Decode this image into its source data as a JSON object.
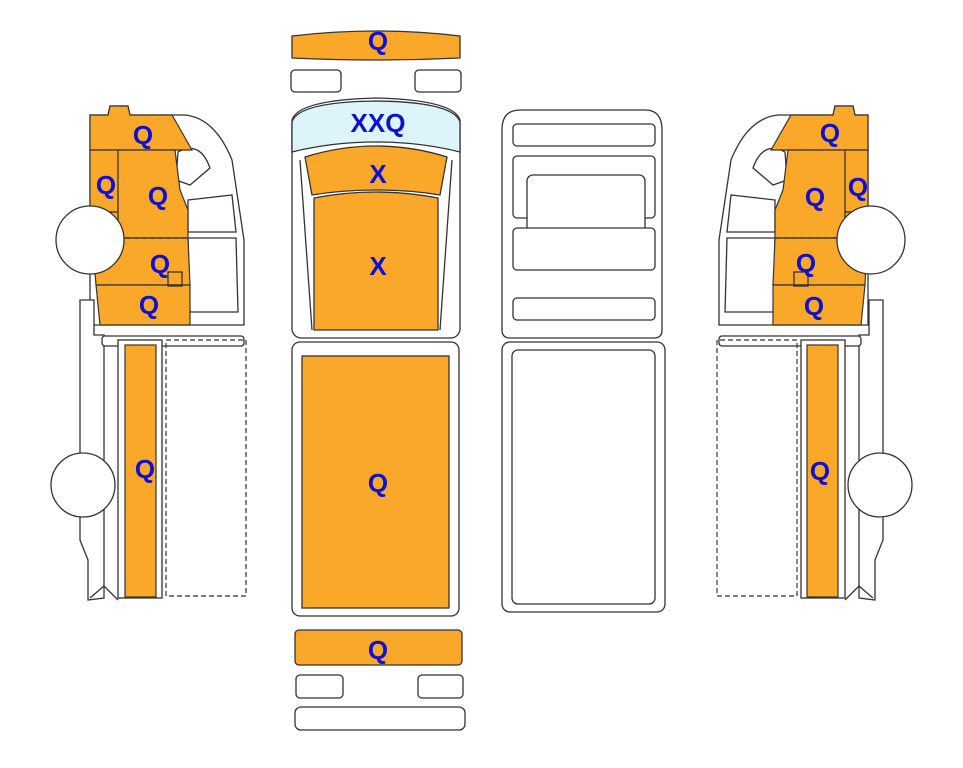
{
  "colors": {
    "damage_fill": "#F9A82A",
    "glass_fill": "#DDF4FB",
    "label_color": "#1010D0",
    "outline": "#333333"
  },
  "labels": {
    "front_bumper": "Q",
    "windshield": "XXQ",
    "hood_front": "X",
    "roof_front": "X",
    "cargo_roof": "Q",
    "rear_bumper": "Q",
    "left_cab_top": "Q",
    "left_cab_door_outer": "Q",
    "left_cab_door_inner": "Q",
    "left_cab_mid": "Q",
    "left_cab_lower": "Q",
    "left_body_side": "Q",
    "right_cab_top": "Q",
    "right_cab_door_outer": "Q",
    "right_cab_door_inner": "Q",
    "right_cab_mid": "Q",
    "right_cab_lower": "Q",
    "right_body_side": "Q"
  }
}
